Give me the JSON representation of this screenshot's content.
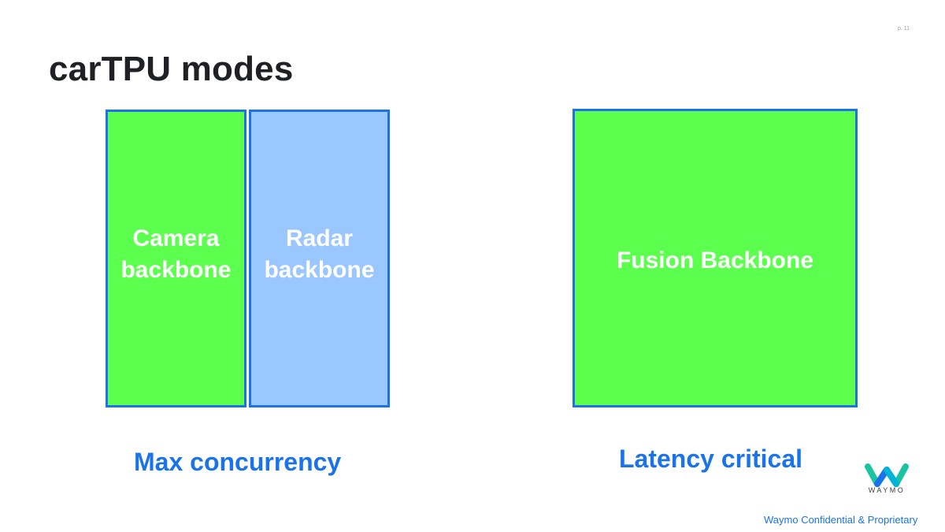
{
  "slide": {
    "page_number": "p. 11",
    "title": "carTPU modes"
  },
  "blocks": {
    "camera": {
      "line1": "Camera",
      "line2": "backbone",
      "fill": "#5cff4e"
    },
    "radar": {
      "line1": "Radar",
      "line2": "backbone",
      "fill": "#9ac7ff"
    },
    "fusion": {
      "label": "Fusion Backbone",
      "fill": "#5cff4e"
    },
    "border_color": "#1a73e8"
  },
  "captions": {
    "left": "Max concurrency",
    "right": "Latency critical"
  },
  "logo": {
    "icon": "waymo-logo-icon",
    "wordmark": "WAYMO"
  },
  "footer": {
    "text": "Waymo Confidential & Proprietary"
  }
}
